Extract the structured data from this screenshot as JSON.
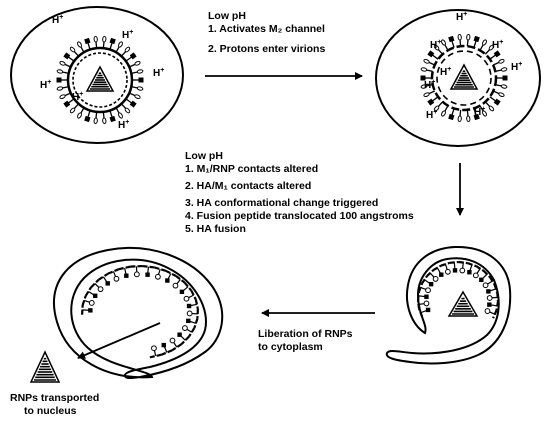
{
  "step1": {
    "condition": "Low pH",
    "items": [
      "1. Activates M₂ channel",
      "2. Protons enter virions"
    ]
  },
  "step2": {
    "condition": "Low pH",
    "items": [
      "1. M₁/RNP contacts altered",
      "2. HA/M₁ contacts altered",
      "3. HA conformational change triggered",
      "4. Fusion peptide translocated 100 angstroms",
      "5. HA fusion"
    ]
  },
  "step3": {
    "lines": [
      "Liberation of RNPs",
      "to cytoplasm"
    ]
  },
  "final": {
    "lines": [
      "RNPs transported",
      "to nucleus"
    ]
  },
  "proton_label": "H+",
  "colors": {
    "ink": "#000000",
    "paper": "#ffffff"
  }
}
